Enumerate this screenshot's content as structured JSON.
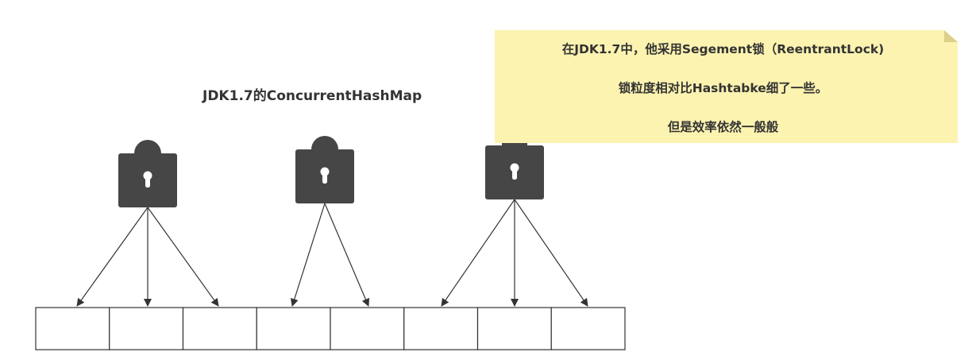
{
  "title": "JDK1.7的ConcurrentHashMap",
  "note": {
    "lines": [
      "在JDK1.7中，他采用Segement锁（ReentrantLock)",
      "锁粒度相对比Hashtabke细了一些。",
      "但是效率依然一般般"
    ],
    "background_color": "#fcf3b0"
  },
  "locks": [
    {
      "icon": "padlock-icon",
      "bucket_targets": [
        0,
        1,
        2
      ]
    },
    {
      "icon": "padlock-icon",
      "bucket_targets": [
        3,
        4
      ]
    },
    {
      "icon": "padlock-icon",
      "bucket_targets": [
        5,
        6,
        7
      ]
    }
  ],
  "bucket_count": 8,
  "colors": {
    "lock_body": "#464646",
    "keyhole": "#ffffff",
    "arrow": "#333333",
    "bucket_border": "#333333"
  }
}
